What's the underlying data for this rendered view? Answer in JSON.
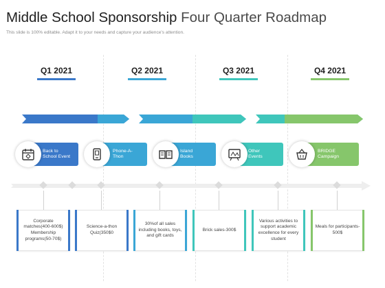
{
  "header": {
    "title_main": "Middle School Sponsorship",
    "title_rest": " Four Quarter Roadmap",
    "subtitle": "This slide is 100% editable. Adapt it to your needs and capture your audience's attention."
  },
  "quarters": [
    {
      "label": "Q1 2021",
      "color": "#3a78c9"
    },
    {
      "label": "Q2 2021",
      "color": "#3aa6d6"
    },
    {
      "label": "Q3 2021",
      "color": "#3fc6bb"
    },
    {
      "label": "Q4 2021",
      "color": "#86c66b"
    }
  ],
  "cards": [
    {
      "label_1": "Back to",
      "label_2": "School Event",
      "icon": "calendar-icon",
      "color": "#3a78c9"
    },
    {
      "label_1": "Phone-A-",
      "label_2": "Thon",
      "icon": "phone-icon",
      "color": "#3aa6d6"
    },
    {
      "label_1": "Island",
      "label_2": "Books",
      "icon": "books-icon",
      "color": "#3aa6d6"
    },
    {
      "label_1": "Other",
      "label_2": "Events",
      "icon": "event-board-icon",
      "color": "#3fc6bb"
    },
    {
      "label_1": "BRIDGE",
      "label_2": "Campaign",
      "icon": "basket-icon",
      "color": "#86c66b"
    }
  ],
  "boxes": [
    {
      "text": "Corporate matches(400-600$) Membership programs(50-70$)",
      "color": "#3a78c9"
    },
    {
      "text": "Science-a-thon Quiz(350$0",
      "color": "#3a78c9"
    },
    {
      "text": "30%of all sales including books, toys, and gift cards",
      "color": "#3aa6d6"
    },
    {
      "text": "Brick sales-300$",
      "color": "#3fc6bb"
    },
    {
      "text": "Various activities to support academic excellence for every student",
      "color": "#3fc6bb"
    },
    {
      "text": "Meals for participants-500$",
      "color": "#86c66b"
    }
  ]
}
